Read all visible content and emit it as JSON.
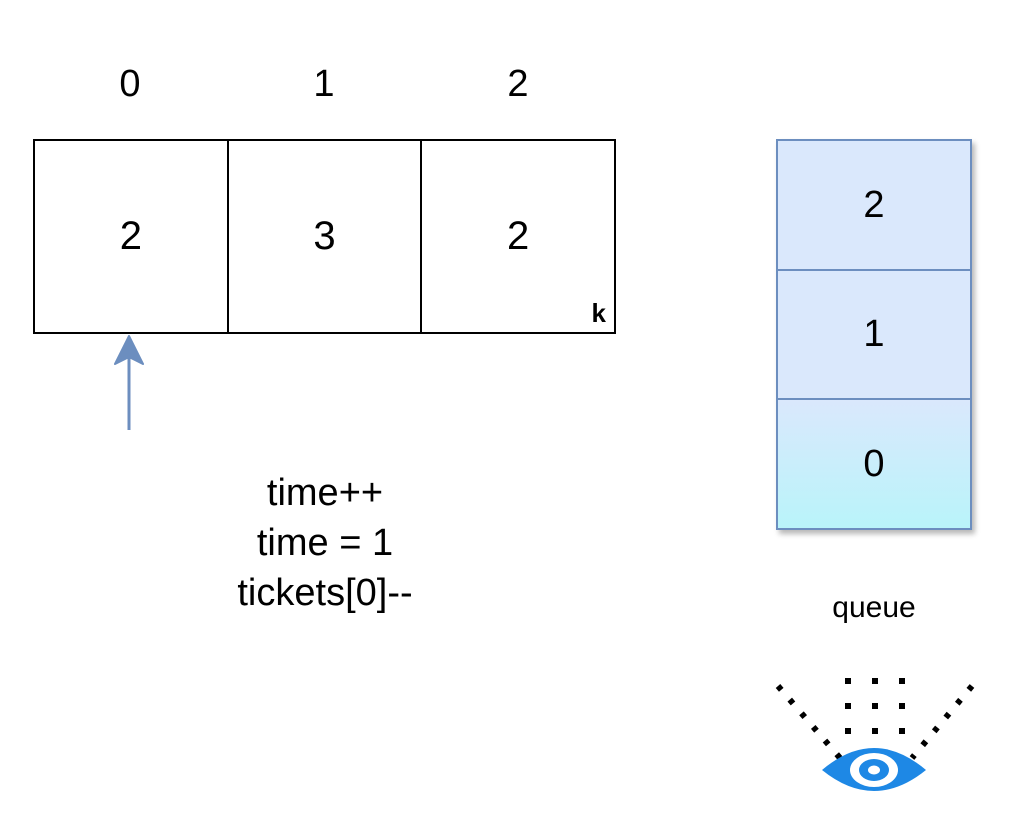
{
  "array": {
    "indices": [
      "0",
      "1",
      "2"
    ],
    "values": [
      "2",
      "3",
      "2"
    ],
    "k_label": "k"
  },
  "operations": [
    "time++",
    "time = 1",
    "tickets[0]--"
  ],
  "queue": {
    "items": [
      "2",
      "1",
      "0"
    ],
    "label": "queue"
  },
  "colors": {
    "queue_fill": "#dae8fc",
    "queue_border": "#6c8ebf",
    "queue_bottom_gradient": "#b9f4fa",
    "arrow": "#6c8ebf",
    "eye": "#1e88e5"
  },
  "icons": {
    "pointer": "up-arrow-icon",
    "viewer": "eye-icon"
  }
}
